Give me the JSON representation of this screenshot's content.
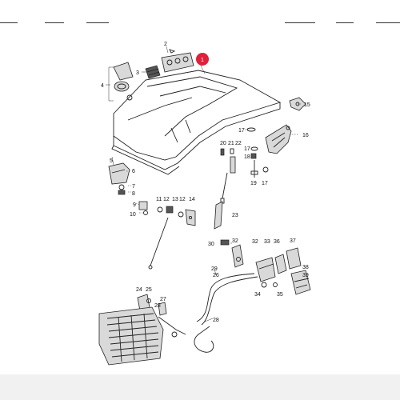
{
  "header_marks": [
    "",
    "",
    "",
    "",
    "",
    "",
    ""
  ],
  "highlight": {
    "label": "1",
    "color": "#e0203a"
  },
  "callouts": {
    "c2": "2",
    "c3": "3",
    "c4": "4",
    "c5": "5",
    "c6": "6",
    "c7": "7",
    "c8": "8",
    "c9": "9",
    "c10": "10",
    "c11": "11",
    "c12a": "12",
    "c12b": "12",
    "c13": "13",
    "c14": "14",
    "c15": "15",
    "c16": "16",
    "c17a": "17",
    "c17b": "17",
    "c17c": "17",
    "c18": "18",
    "c19": "19",
    "c20": "20",
    "c21": "21",
    "c22": "22",
    "c23": "23",
    "c24": "24",
    "c25": "25",
    "c26": "26",
    "c27": "27",
    "c28a": "28",
    "c28b": "28",
    "c29": "29",
    "c30": "30",
    "c32": "32",
    "c33": "33",
    "c34": "34",
    "c35": "35",
    "c36": "36",
    "c37": "37",
    "c38": "38",
    "c39": "39"
  }
}
